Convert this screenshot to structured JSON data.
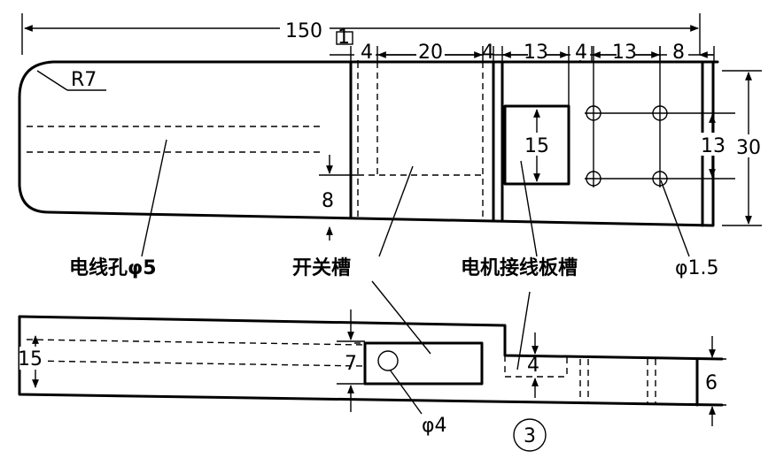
{
  "drawing": {
    "dims": {
      "overall": "150",
      "d1": "1",
      "d2": "4",
      "d3": "20",
      "d4": "4",
      "d5": "13",
      "d6": "4",
      "d7": "13",
      "d8": "8",
      "r": "R7",
      "slot_h": "15",
      "hole_pitch_v": "13",
      "width": "30",
      "offset": "8",
      "side_h": "15",
      "switch_depth": "7",
      "motor_depth": "4",
      "thickness": "6"
    },
    "labels": {
      "wire_hole": "电线孔φ5",
      "switch_slot": "开关槽",
      "motor_slot": "电机接线板槽",
      "small_hole": "φ1.5",
      "hole4": "φ4",
      "fig_no": "3"
    }
  }
}
